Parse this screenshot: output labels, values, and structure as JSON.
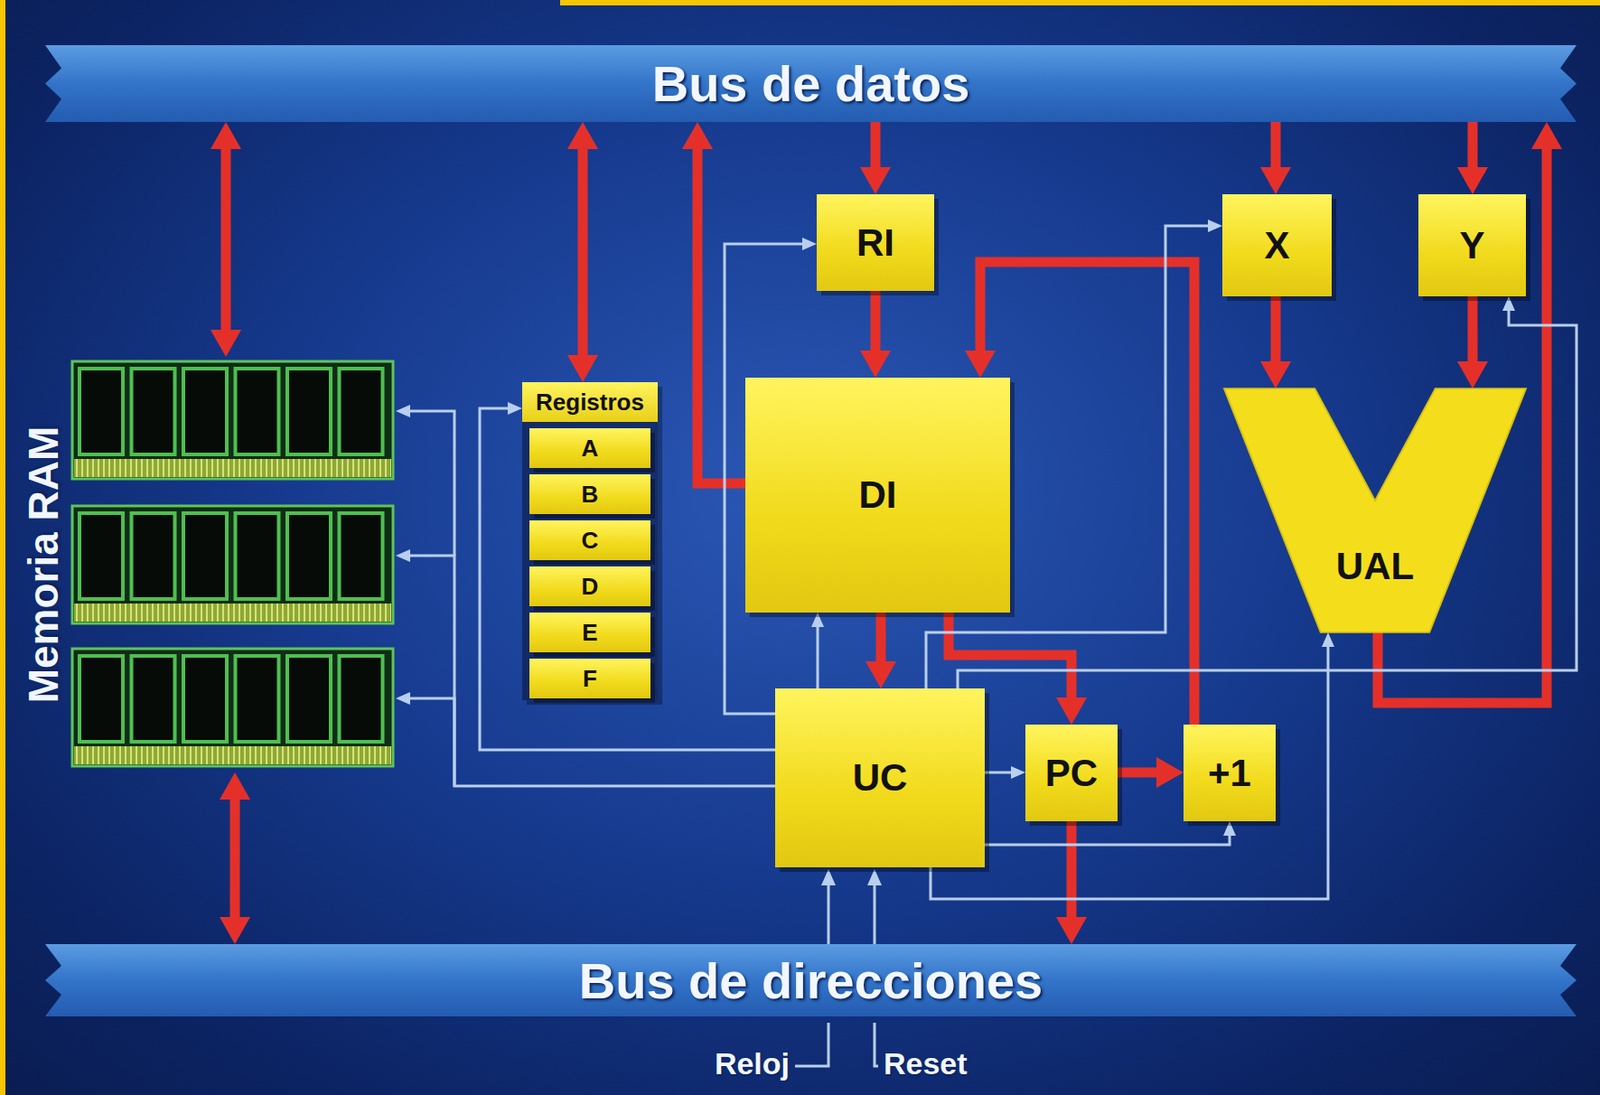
{
  "diagram": {
    "nodes": [
      {
        "text": [
          "Bus de datos"
        ]
      },
      {
        "text": [
          "Memoria RAM"
        ]
      },
      {
        "text": [
          "Registros"
        ]
      },
      {
        "text": [
          "A"
        ],
        "in": 2
      },
      {
        "text": [
          "B"
        ],
        "in": 2
      },
      {
        "text": [
          "C"
        ],
        "in": 2
      },
      {
        "text": [
          "D"
        ],
        "in": 2
      },
      {
        "text": [
          "E"
        ],
        "in": 2
      },
      {
        "text": [
          "F"
        ],
        "in": 2
      },
      {
        "text": [
          "RI"
        ]
      },
      {
        "text": [
          "X"
        ]
      },
      {
        "text": [
          "Y"
        ]
      },
      {
        "text": [
          "DI"
        ]
      },
      {
        "text": [
          "UAL"
        ]
      },
      {
        "text": [
          "UC"
        ]
      },
      {
        "text": [
          "PC"
        ]
      },
      {
        "text": [
          "+1"
        ]
      },
      {
        "text": [
          "Bus de direcciones"
        ]
      }
    ],
    "edges": [
      {
        "from": 0,
        "to": 1,
        "arrow": "both"
      },
      {
        "from": 0,
        "to": 2,
        "arrow": "both"
      },
      {
        "from": 12,
        "to": 0,
        "arrow": "to"
      },
      {
        "from": 0,
        "to": 9,
        "arrow": "to"
      },
      {
        "from": 0,
        "to": 10,
        "arrow": "to"
      },
      {
        "from": 0,
        "to": 11,
        "arrow": "to"
      },
      {
        "from": 9,
        "to": 12,
        "arrow": "to"
      },
      {
        "from": 10,
        "to": 13,
        "arrow": "to"
      },
      {
        "from": 11,
        "to": 13,
        "arrow": "to"
      },
      {
        "from": 13,
        "to": 0,
        "arrow": "to"
      },
      {
        "from": 16,
        "to": 12,
        "arrow": "to"
      },
      {
        "from": 12,
        "to": 14,
        "arrow": "to"
      },
      {
        "from": 12,
        "to": 15,
        "arrow": "to"
      },
      {
        "from": 15,
        "to": 16,
        "arrow": "to"
      },
      {
        "from": 15,
        "to": 17,
        "arrow": "to"
      },
      {
        "from": 1,
        "to": 17,
        "arrow": "both"
      },
      {
        "from": 14,
        "to": 1,
        "arrow": "to"
      },
      {
        "from": 14,
        "to": 2,
        "arrow": "to"
      },
      {
        "from": 14,
        "to": 9,
        "arrow": "to"
      },
      {
        "from": 14,
        "to": 12,
        "arrow": "to"
      },
      {
        "from": 14,
        "to": 15,
        "arrow": "to"
      },
      {
        "from": 14,
        "to": 10,
        "arrow": "to"
      },
      {
        "from": 14,
        "to": 11,
        "arrow": "to"
      },
      {
        "from": 14,
        "to": 13,
        "arrow": "to"
      },
      {
        "from": 14,
        "to": 16,
        "arrow": "to"
      }
    ],
    "labels": [
      "Reloj",
      "Reset"
    ]
  }
}
